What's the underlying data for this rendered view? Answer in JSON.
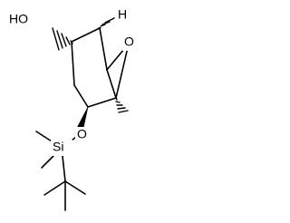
{
  "molecule": {
    "atoms": [
      {
        "id": "hydroxyl",
        "label": "HO"
      },
      {
        "id": "epoxide-oxygen",
        "label": "O"
      },
      {
        "id": "bridgehead-h",
        "label": "H"
      },
      {
        "id": "silyl-ether-oxygen",
        "label": "O"
      },
      {
        "id": "silicon",
        "label": "Si"
      }
    ]
  }
}
